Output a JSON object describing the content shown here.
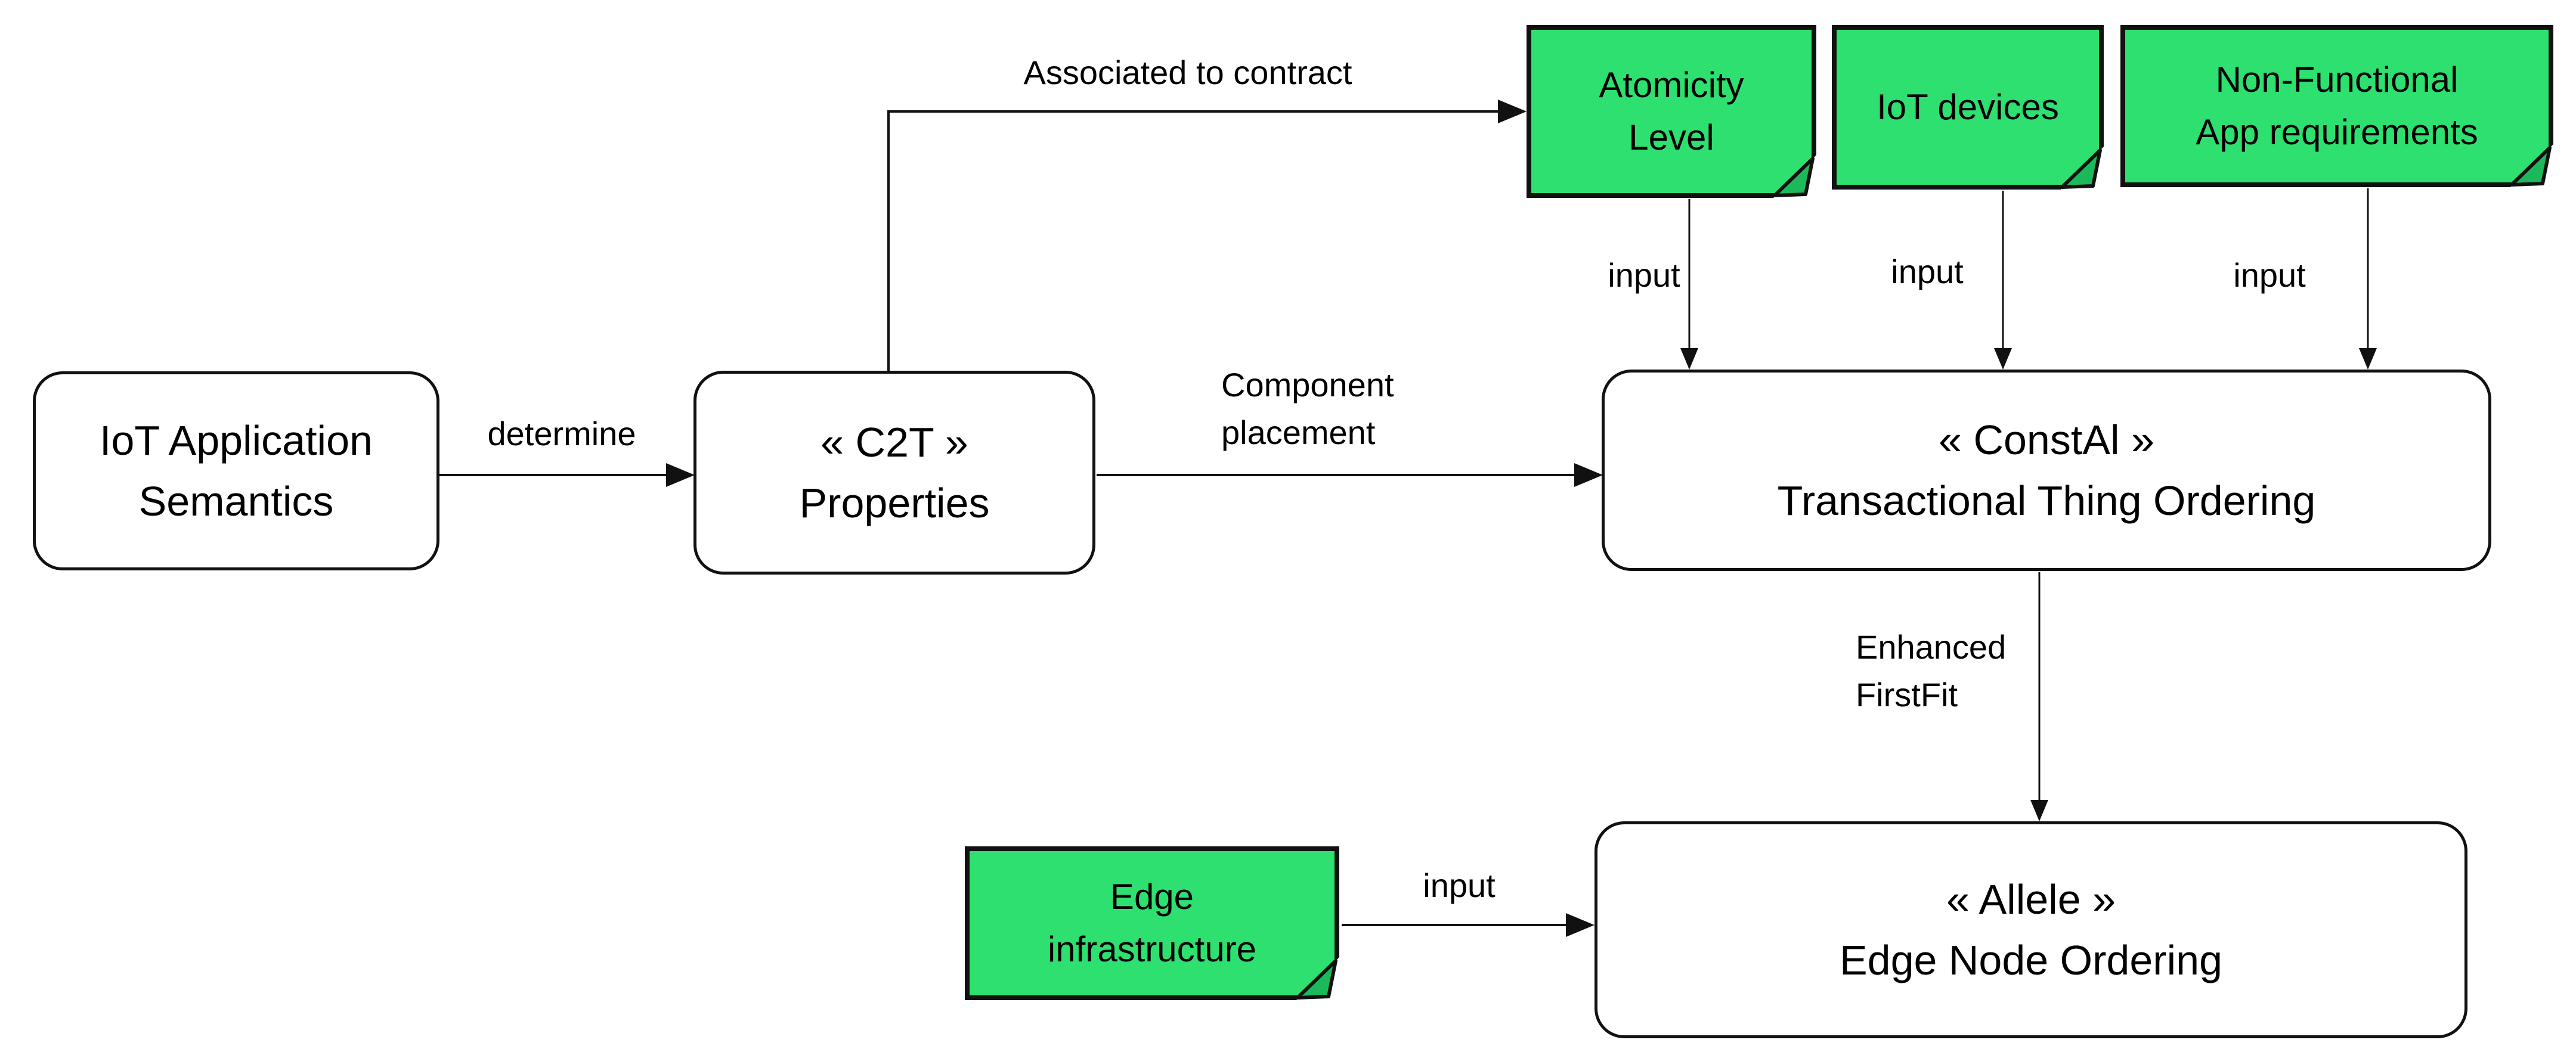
{
  "diagram": {
    "colors": {
      "bg": "#ffffff",
      "box_fill": "#ffffff",
      "note_fill": "#2ee06f",
      "note_fold": "#1cb95b",
      "stroke": "#111111",
      "text": "#000000"
    },
    "nodes": {
      "iot_app": {
        "line1": "IoT Application",
        "line2": "Semantics"
      },
      "c2t": {
        "line1": "« C2T »",
        "line2": "Properties"
      },
      "constal": {
        "line1": "« ConstAl »",
        "line2": "Transactional Thing Ordering"
      },
      "allele": {
        "line1": "« Allele »",
        "line2": "Edge Node Ordering"
      }
    },
    "notes": {
      "atomicity": {
        "line1": "Atomicity",
        "line2": "Level"
      },
      "iot_devices": {
        "line1": "IoT devices"
      },
      "nonfunctional": {
        "line1": "Non-Functional",
        "line2": "App requirements"
      },
      "edge_infra": {
        "line1": "Edge",
        "line2": "infrastructure"
      }
    },
    "edge_labels": {
      "determine": "determine",
      "associated": "Associated to contract",
      "component_line1": "Component",
      "component_line2": "placement",
      "input_atomicity": "input",
      "input_iot_devices": "input",
      "input_nonfunctional": "input",
      "input_edge_infra": "input",
      "enhanced_line1": "Enhanced",
      "enhanced_line2": "FirstFit"
    }
  }
}
